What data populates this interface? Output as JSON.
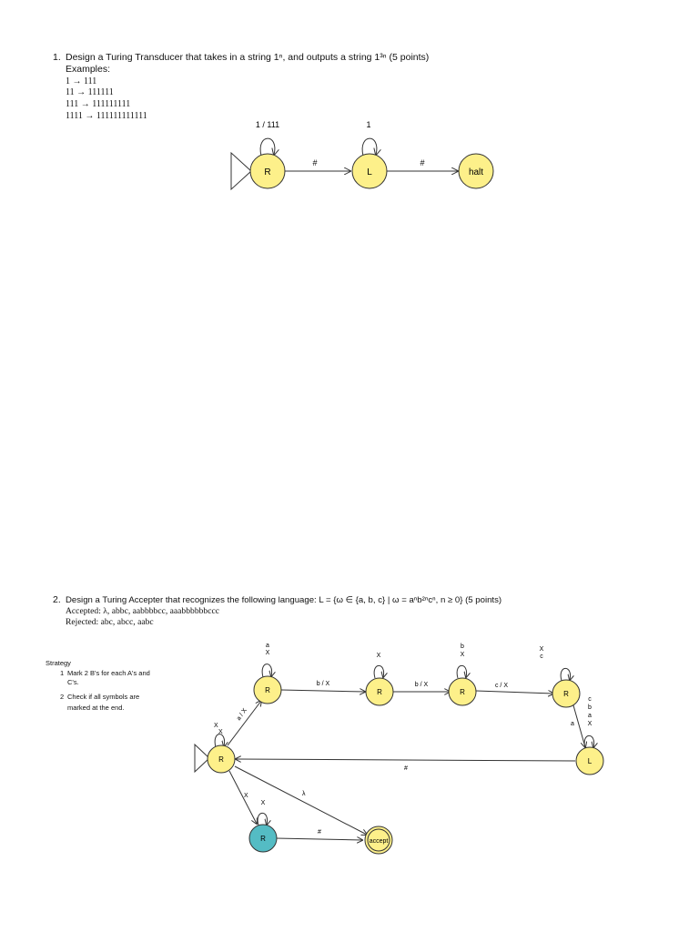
{
  "q1": {
    "number": "1.",
    "prompt": "Design a Turing Transducer that takes in a string 1ⁿ, and outputs a string 1³ⁿ (5 points)",
    "examples_label": "Examples:",
    "examples": [
      "1 → 111",
      "11 → 111111",
      "111 → 111111111",
      "1111 → 111111111111"
    ],
    "diagram": {
      "states": [
        "R",
        "L",
        "halt"
      ],
      "loop_R": "1 / 111",
      "loop_L": "1",
      "edge_R_L": "#",
      "edge_L_halt": "#"
    }
  },
  "q2": {
    "number": "2.",
    "prompt": "Design a Turing Accepter that recognizes the following language: L = {ω ∈ {a, b, c} | ω = aⁿb²ⁿcⁿ, n ≥ 0} (5 points)",
    "accepted": "Accepted: λ, abbc, aabbbbcc, aaabbbbbbccc",
    "rejected": "Rejected: abc, abcc, aabc",
    "strategy": {
      "title": "Strategy",
      "items": [
        {
          "num": "1",
          "lines": [
            "Mark 2 B's for each A's and",
            "C's."
          ]
        },
        {
          "num": "2",
          "lines": [
            "Check if all symbols are",
            "marked at the end."
          ]
        }
      ]
    },
    "diagram": {
      "states": [
        "R",
        "R",
        "R",
        "R",
        "R",
        "L",
        "R",
        "accept"
      ],
      "loop_start": [
        "X",
        "X"
      ],
      "loop_s1": [
        "a",
        "X"
      ],
      "loop_s2": [
        "X"
      ],
      "loop_s3": [
        "b",
        "X"
      ],
      "loop_s4": [
        "X",
        "c"
      ],
      "loop_L": [
        "c",
        "b",
        "a",
        "X"
      ],
      "loop_teal": [
        "X"
      ],
      "edge_start_s1": "a / X",
      "edge_s1_s2": "b / X",
      "edge_s2_s3": "b / X",
      "edge_s3_s4": "c / X",
      "edge_s4_L": "a",
      "edge_L_start": "#",
      "edge_start_teal": "X",
      "edge_start_accept": "λ",
      "edge_teal_accept": "#"
    },
    "colors": {
      "state": "#fdf08a",
      "teal": "#54bcc4",
      "stroke": "#333333"
    }
  }
}
